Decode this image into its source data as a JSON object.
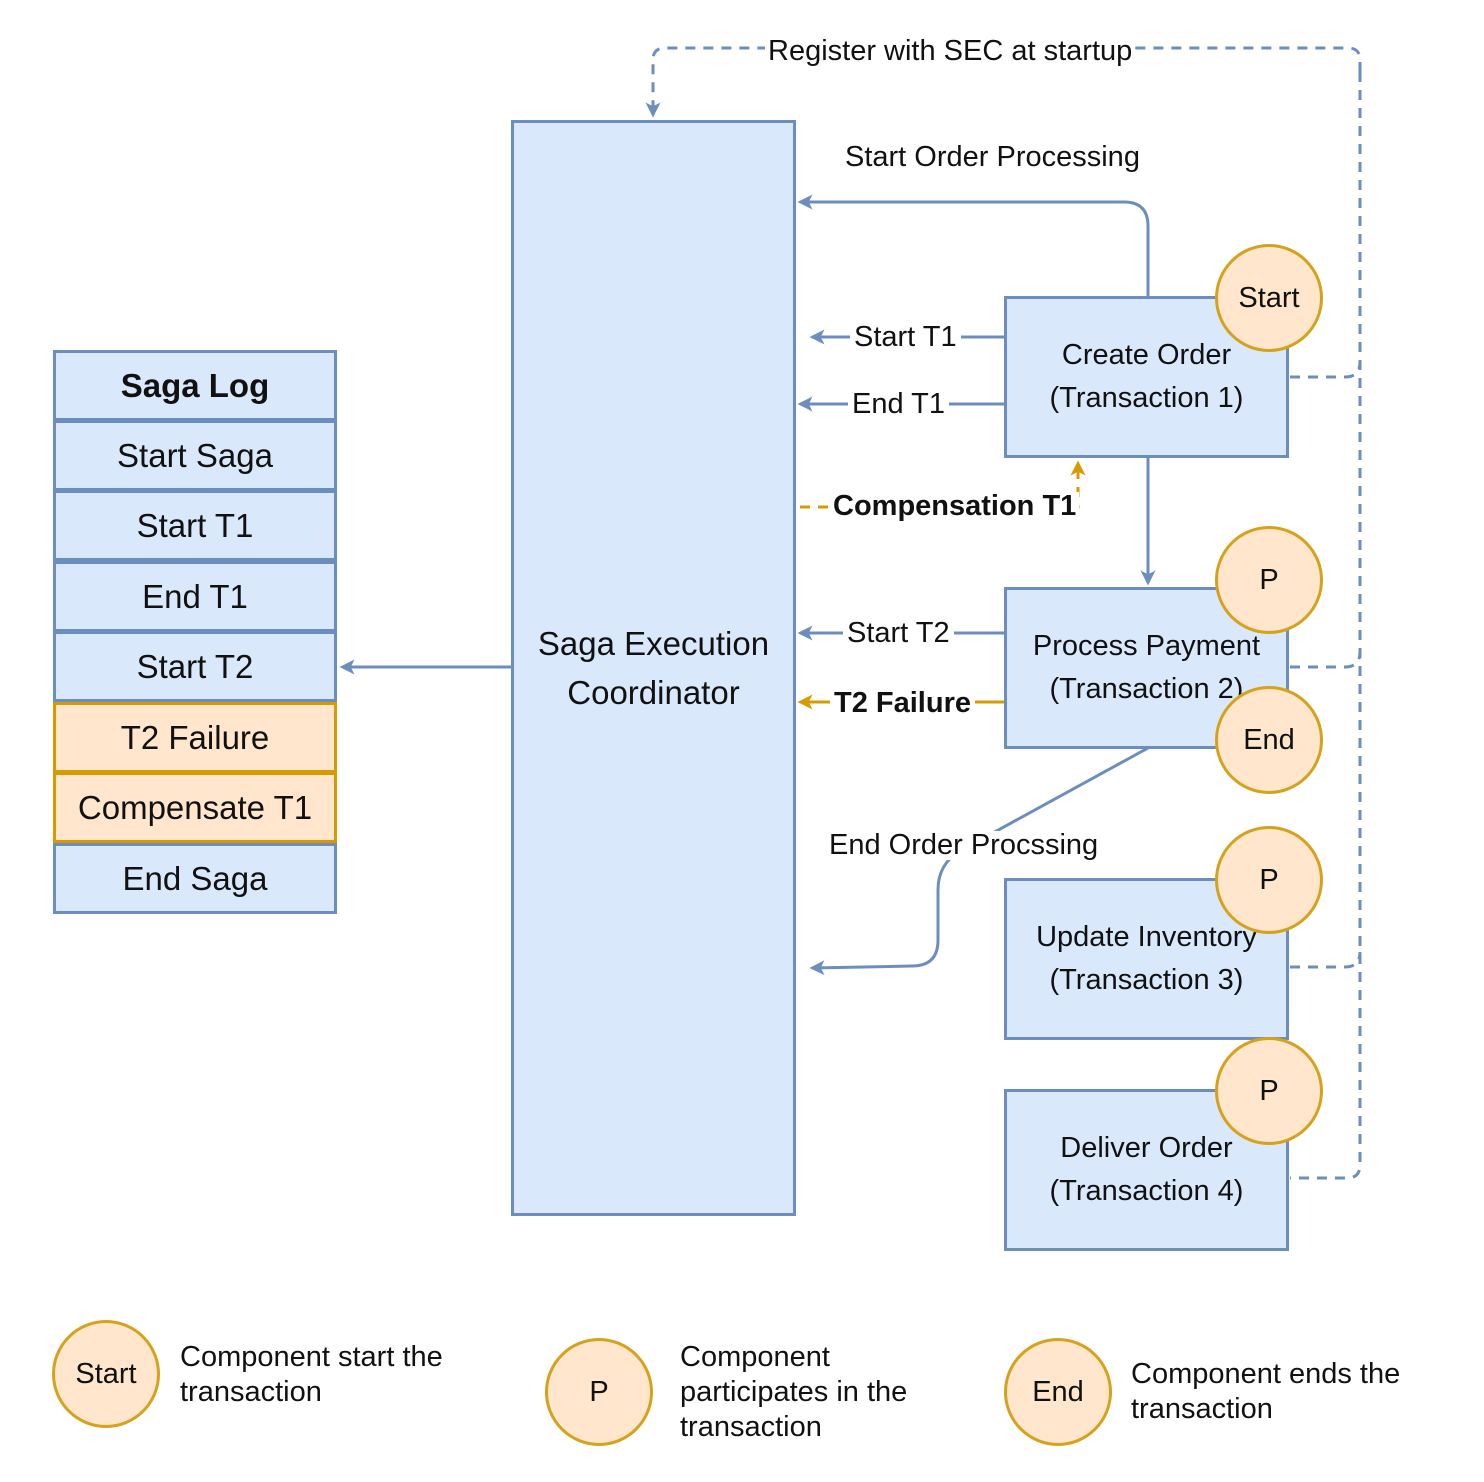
{
  "colors": {
    "blue_fill": "#dae8fc",
    "blue_stroke": "#6c8ebf",
    "orange_fill": "#ffe6cc",
    "orange_stroke": "#d79b00"
  },
  "saga_log": {
    "title": "Saga Log",
    "entries": [
      {
        "text": "Start Saga",
        "status": "normal"
      },
      {
        "text": "Start T1",
        "status": "normal"
      },
      {
        "text": "End T1",
        "status": "normal"
      },
      {
        "text": "Start T2",
        "status": "normal"
      },
      {
        "text": "T2 Failure",
        "status": "failure"
      },
      {
        "text": "Compensate T1",
        "status": "failure"
      },
      {
        "text": "End Saga",
        "status": "normal"
      }
    ]
  },
  "coordinator": {
    "line1": "Saga Execution",
    "line2": "Coordinator"
  },
  "components": [
    {
      "name": "Create Order",
      "transaction": "(Transaction 1)",
      "role": "Start"
    },
    {
      "name": "Process Payment",
      "transaction": "(Transaction 2)",
      "role": "P",
      "role2": "End"
    },
    {
      "name": "Update Inventory",
      "transaction": "(Transaction 3)",
      "role": "P"
    },
    {
      "name": "Deliver Order",
      "transaction": "(Transaction 4)",
      "role": "P"
    }
  ],
  "edge_labels": {
    "register": "Register with SEC at startup",
    "start_order": "Start Order Processing",
    "start_t1": "Start T1",
    "end_t1": "End T1",
    "compensation_t1": "Compensation T1",
    "start_t2": "Start T2",
    "t2_failure": "T2 Failure",
    "end_order": "End Order Procssing"
  },
  "legend": [
    {
      "symbol": "Start",
      "text": "Component start the transaction"
    },
    {
      "symbol": "P",
      "text": "Component participates in the transaction"
    },
    {
      "symbol": "End",
      "text": "Component ends the transaction"
    }
  ]
}
